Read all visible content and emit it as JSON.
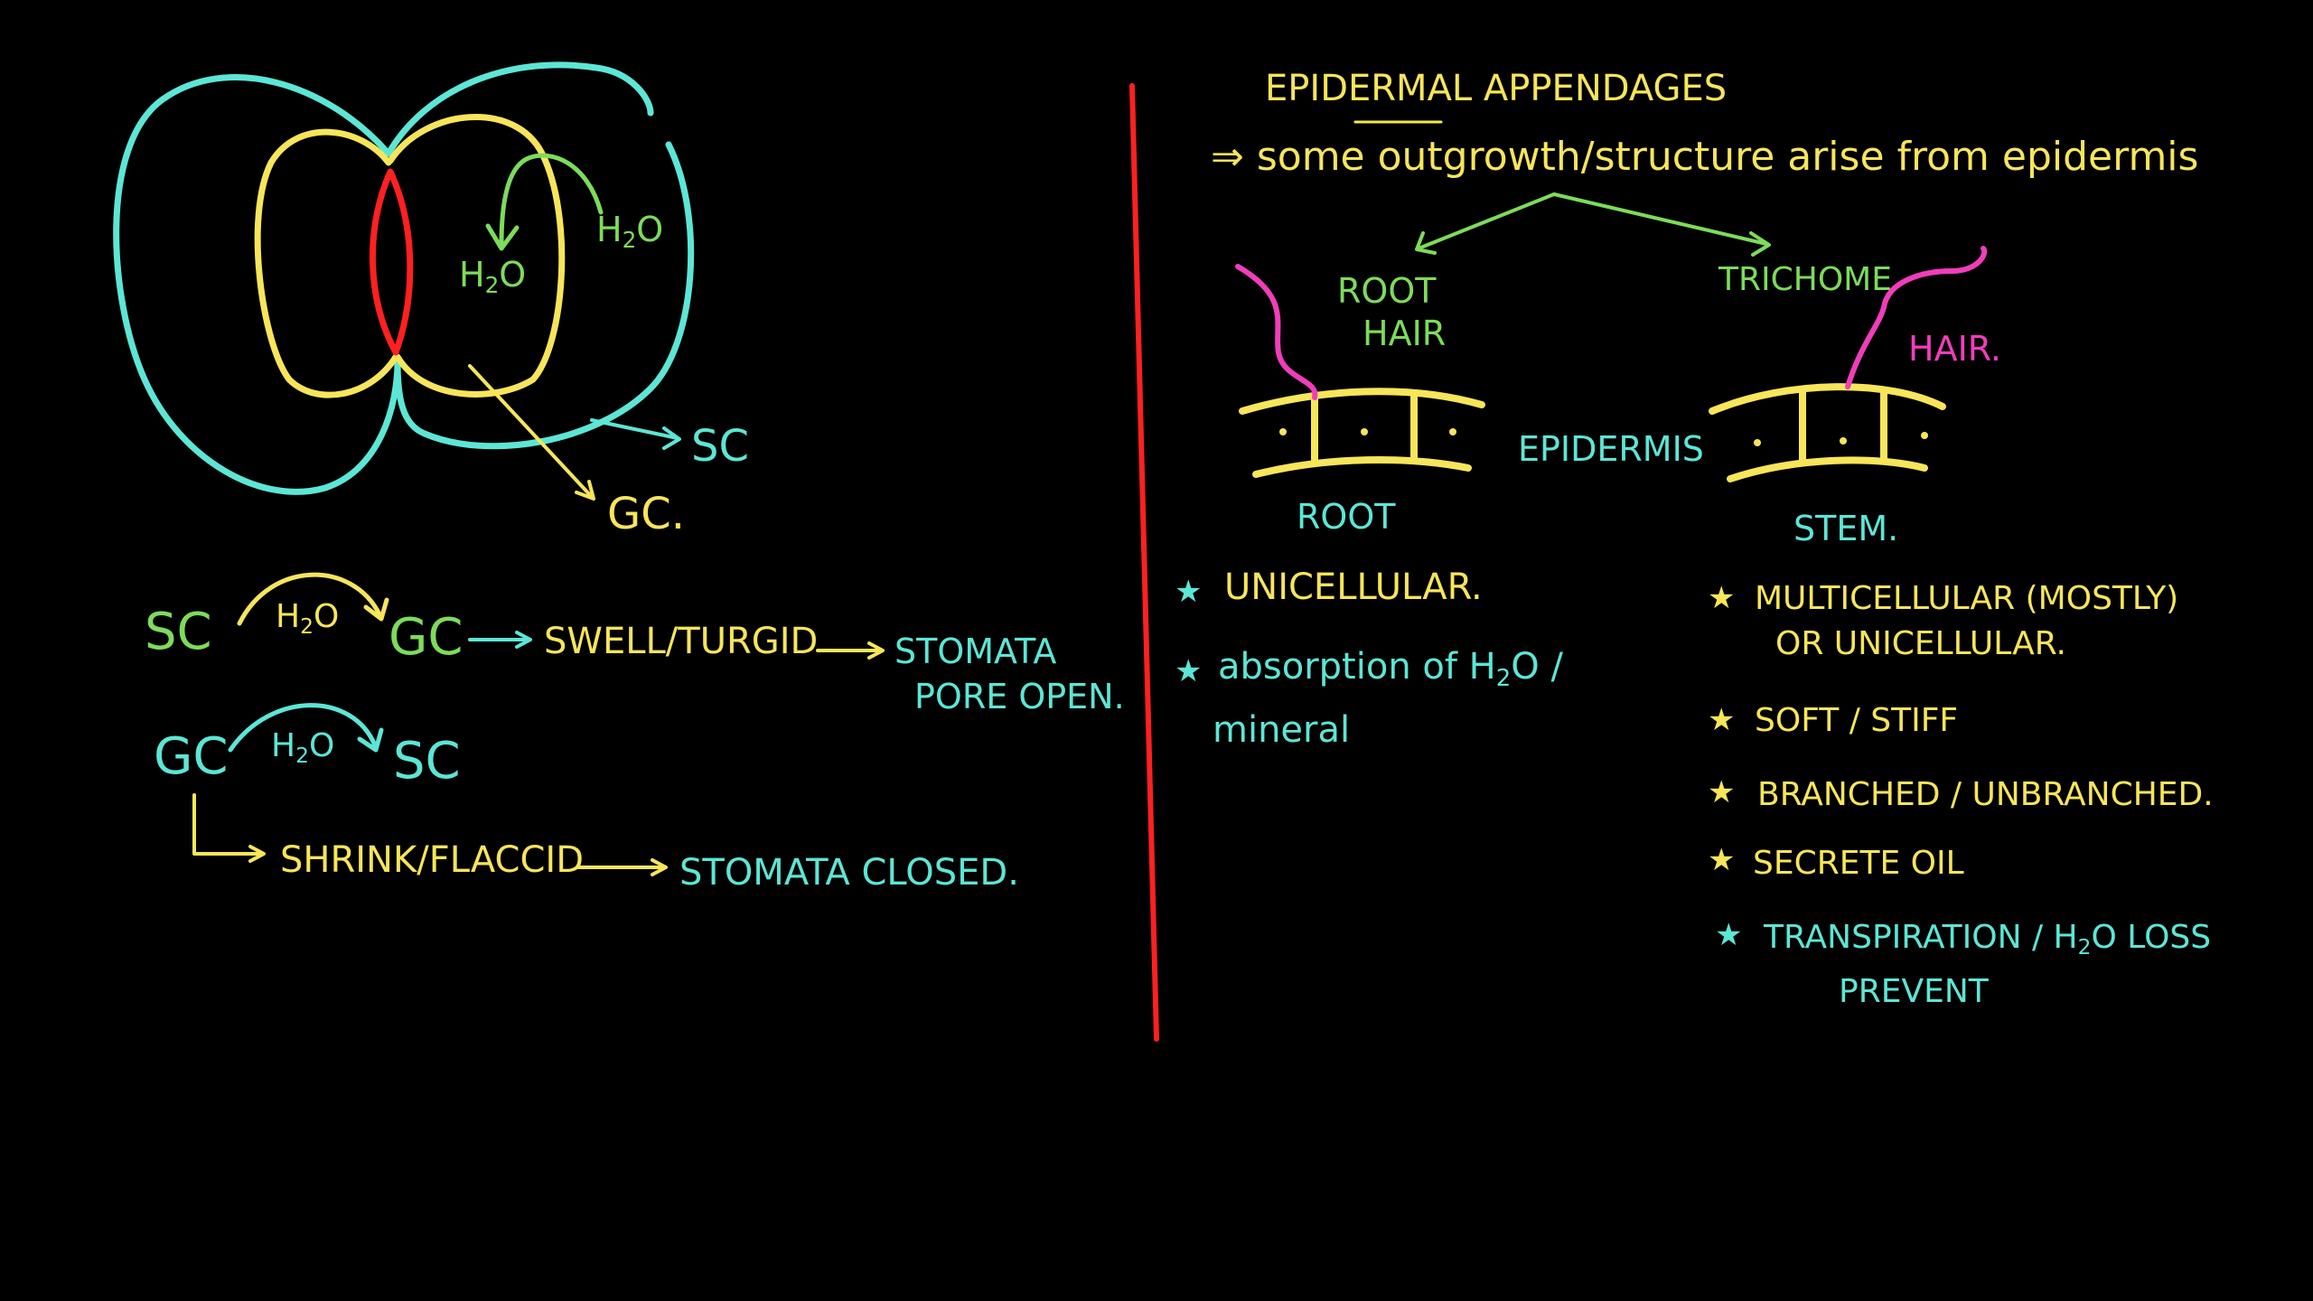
{
  "colors": {
    "background": "#000000",
    "cyan": "#5ce6d6",
    "yellow": "#f7e55a",
    "green": "#7ddc5a",
    "red": "#ff2020",
    "pink": "#f23dbb"
  },
  "left": {
    "diagram": {
      "h2o_1": "H",
      "h2o_2": "H",
      "sub2": "2",
      "o": "O",
      "sc": "SC",
      "gc": "GC."
    },
    "line1": {
      "sc": "SC",
      "arrow_h": "H",
      "arrow_sub": "2",
      "arrow_o": "O",
      "gc": "GC",
      "swell": "SWELL/TURGID",
      "result_1": "STOMATA",
      "result_2": "PORE OPEN."
    },
    "line2": {
      "gc": "GC",
      "arrow_h": "H",
      "arrow_sub": "2",
      "arrow_o": "O",
      "sc": "SC",
      "shrink": "SHRINK/FLACCID",
      "result": "STOMATA CLOSED."
    }
  },
  "right": {
    "title": "EPIDERMAL APPENDAGES",
    "definition": "⇒ some outgrowth/structure arise from epidermis",
    "root_hair_1": "ROOT",
    "root_hair_2": "HAIR",
    "trichome": "TRICHOME",
    "hair": "HAIR.",
    "epidermis": "EPIDERMIS",
    "root": "ROOT",
    "stem": "STEM.",
    "root_points": {
      "p1": "UNICELLULAR.",
      "p2_1": "absorption of H",
      "p2_sub": "2",
      "p2_2": "O /",
      "p2_3": "mineral"
    },
    "stem_points": {
      "p1_1": "MULTICELLULAR (MOSTLY)",
      "p1_2": "OR UNICELLULAR.",
      "p2": "SOFT / STIFF",
      "p3": "BRANCHED / UNBRANCHED.",
      "p4": "SECRETE OIL",
      "p5_1": "TRANSPIRATION / H",
      "p5_sub": "2",
      "p5_2": "O LOSS",
      "p5_3": "PREVENT"
    },
    "bullet": "★"
  }
}
